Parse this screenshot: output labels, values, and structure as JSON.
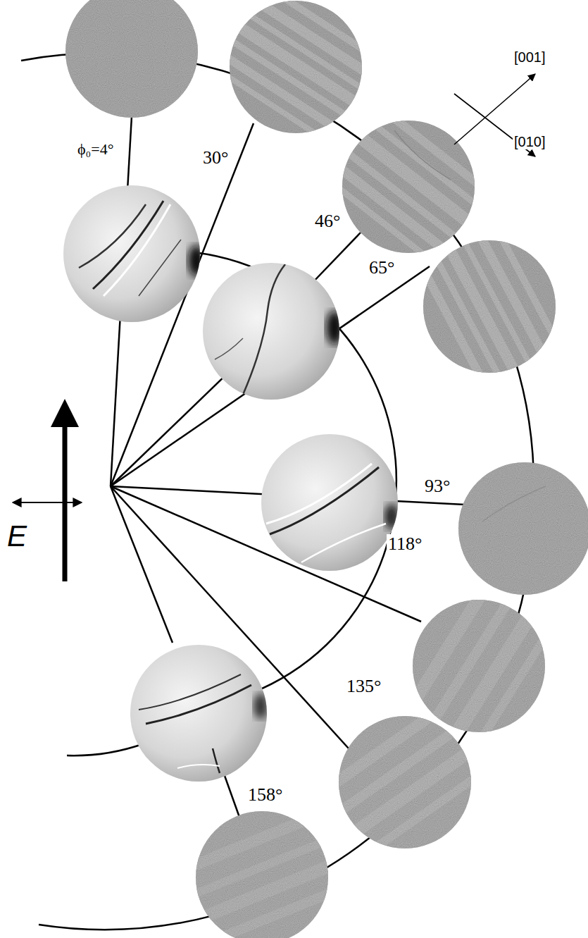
{
  "diagram": {
    "labels": [
      "ϕ₀=4°",
      "30°",
      "46°",
      "65°",
      "93°",
      "118°",
      "135°",
      "158°",
      "[001]",
      "[010]",
      "E"
    ]
  }
}
